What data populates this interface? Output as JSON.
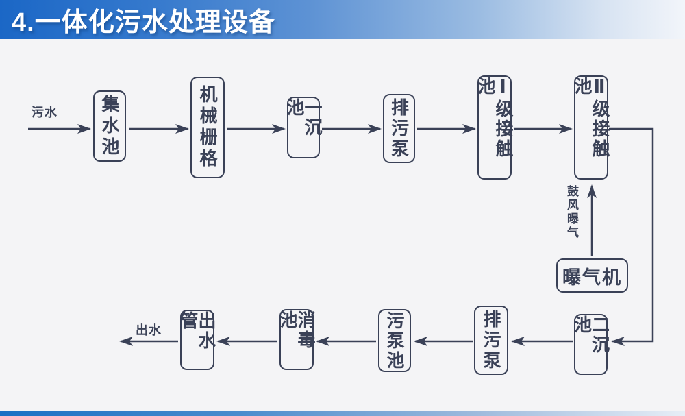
{
  "title": "4.一体化污水处理设备",
  "colors": {
    "ink": "#3a4157",
    "background": "#f4f4f6",
    "title_gradient_start": "#1b67c6",
    "title_gradient_end": "#f2f5fa",
    "bottom_bar_start": "#1a70c4",
    "bottom_bar_end": "#e7eef6",
    "title_text": "#ffffff"
  },
  "diagram": {
    "inflow_label": "污水",
    "outflow_label": "出水",
    "aeration_flow_label": "鼓风曝气",
    "aerator_label": "曝气机",
    "top_row": [
      "集水池",
      "机械栅格",
      "一沉池",
      "排污泵",
      "Ⅰ级接触池",
      "Ⅱ级接触池"
    ],
    "bottom_row": [
      "二沉池",
      "排污泵",
      "污泵池",
      "消毒池",
      "出水管"
    ]
  }
}
